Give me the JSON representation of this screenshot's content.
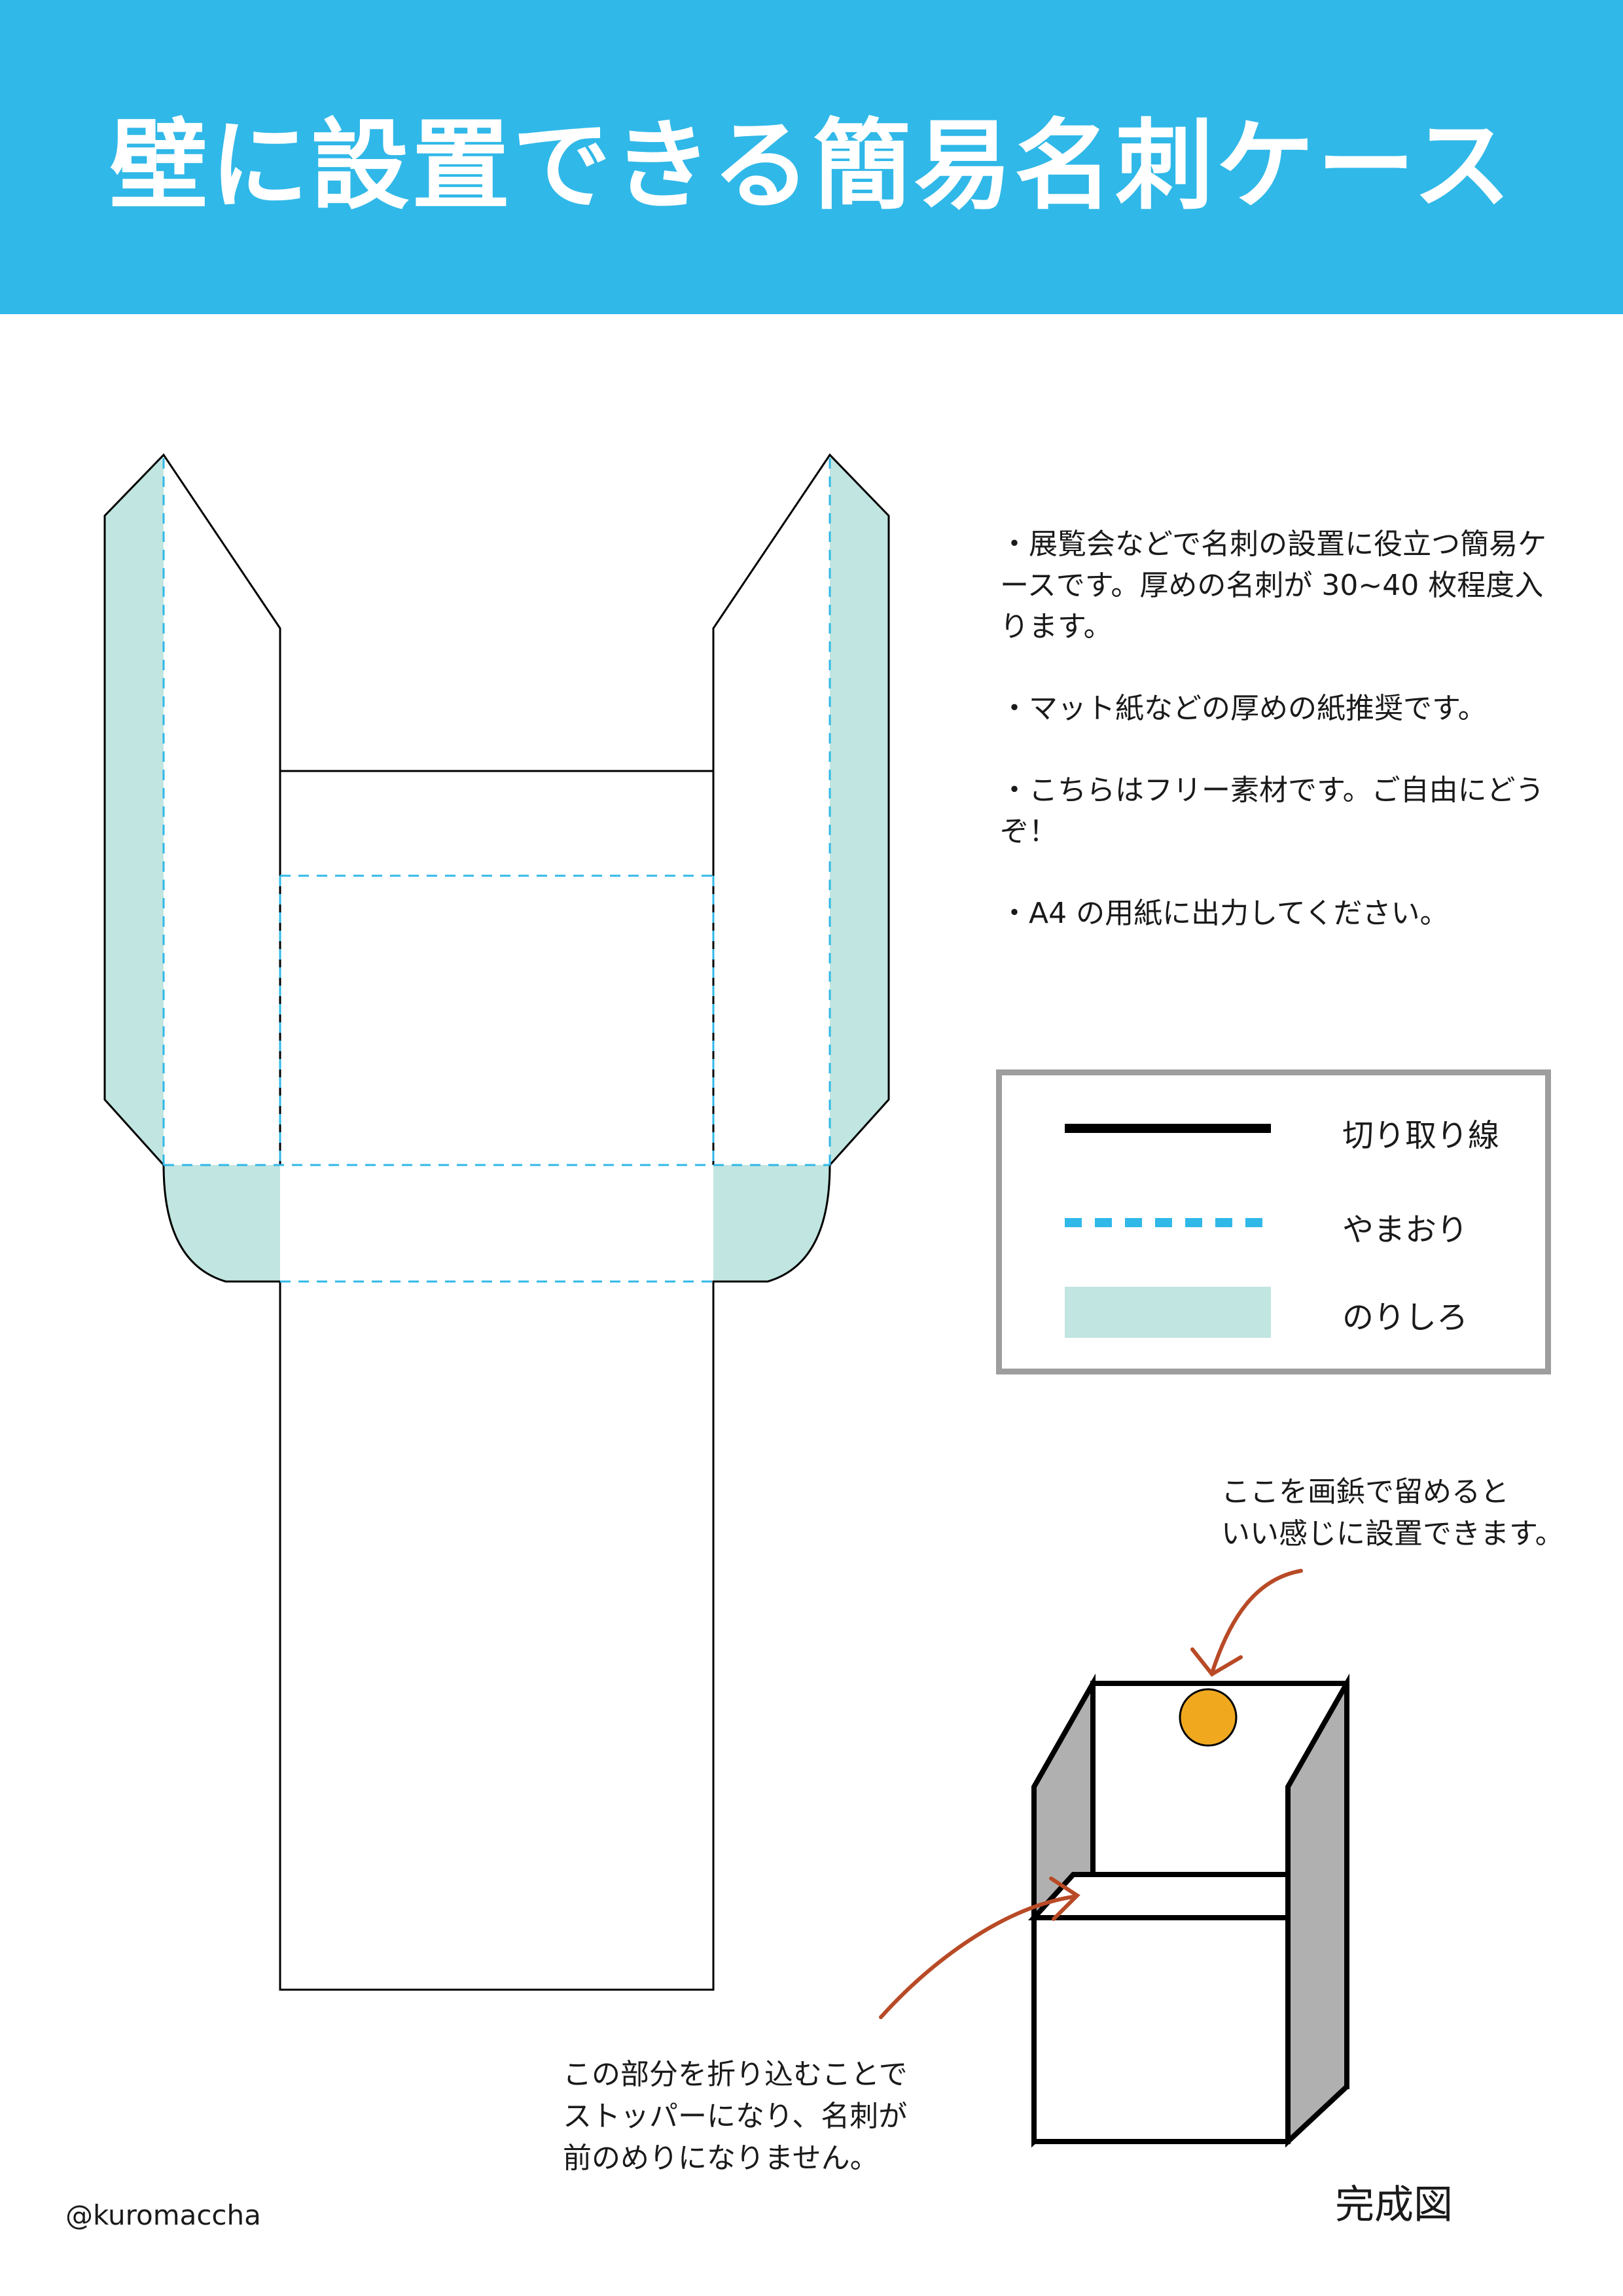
{
  "title": "壁に設置できる簡易名刺ケース",
  "notes": [
    "・展覧会などで名刺の設置に役立つ簡易ケースです。厚めの名刺が 30~40 枚程度入ります。",
    "・マット紙などの厚めの紙推奨です。",
    "・こちらはフリー素材です。ご自由にどうぞ！",
    "・A4 の用紙に出力してください。"
  ],
  "legend": {
    "cut_line": "切り取り線",
    "mountain_fold": "やまおり",
    "glue_area": "のりしろ"
  },
  "callouts": {
    "pin": [
      "ここを画鋲で留めると",
      "いい感じに設置できます。"
    ],
    "stopper": [
      "この部分を折り込むことで",
      "ストッパーになり、名刺が",
      "前のめりになりません。"
    ]
  },
  "finished_label": "完成図",
  "credit": "@kuromaccha",
  "colors": {
    "banner": "#30b8e8",
    "glue": "#c1e5e0",
    "fold_line": "#30b8e8",
    "cut_line": "#000000",
    "pin": "#f0a81e",
    "arrow": "#b84a26",
    "box_side": "#b0b0b0",
    "legend_border": "#9e9e9e"
  }
}
